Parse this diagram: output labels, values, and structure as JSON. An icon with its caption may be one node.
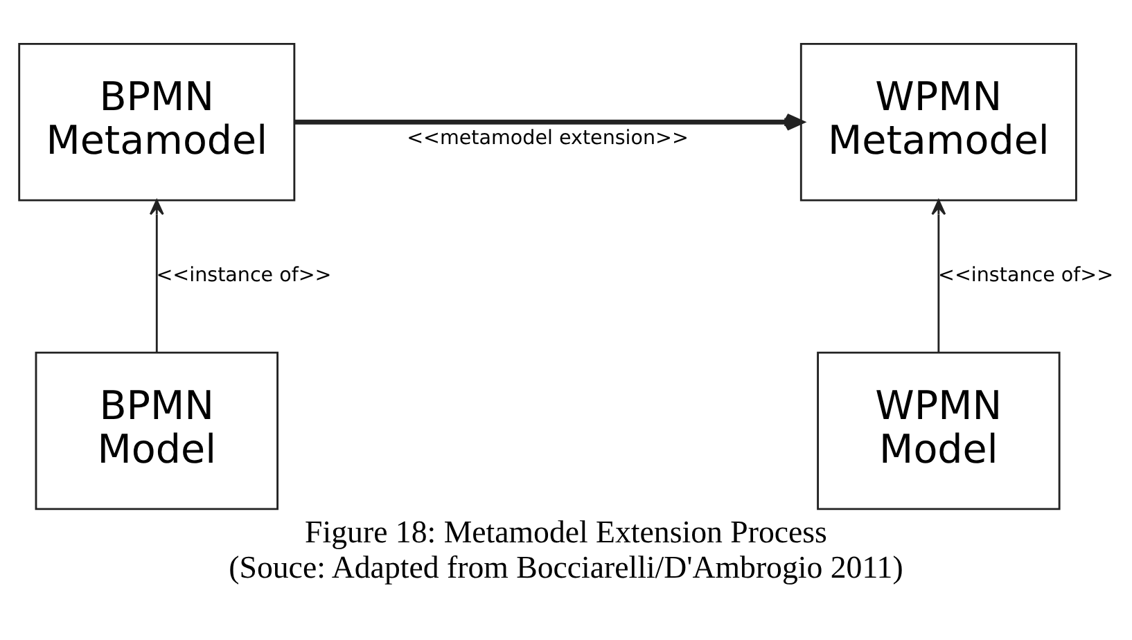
{
  "diagram": {
    "title": "Figure 18: Metamodel Extension Process",
    "caption": "(Souce: Adapted from Bocciarelli/D'Ambrogio 2011)",
    "nodes": [
      {
        "text": [
          "BPMN Metamodel"
        ]
      },
      {
        "text": [
          "WPMN Metamodel"
        ]
      },
      {
        "text": [
          "BPMN Model"
        ]
      },
      {
        "text": [
          "WPMN Model"
        ]
      }
    ],
    "edges": [
      {
        "from": 0,
        "to": 1,
        "arrow": "to",
        "label": "<<metamodel extension>>",
        "style": "thick"
      },
      {
        "from": 2,
        "to": 0,
        "arrow": "to",
        "label": "<<instance of>>"
      },
      {
        "from": 3,
        "to": 1,
        "arrow": "to",
        "label": "<<instance of>>"
      }
    ]
  }
}
